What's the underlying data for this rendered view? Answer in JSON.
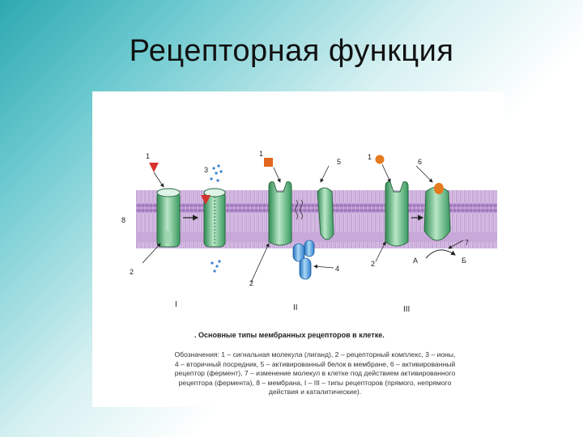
{
  "slide": {
    "title": "Рецепторная функция"
  },
  "figure": {
    "labels": {
      "n1a": "1",
      "n1b": "1",
      "n1c": "1",
      "n2a": "2",
      "n2b": "2",
      "n2c": "2",
      "n3": "3",
      "n4": "4",
      "n5": "5",
      "n6": "6",
      "n7": "7",
      "n8": "8",
      "A": "А",
      "B": "Б"
    },
    "roman": {
      "I": "I",
      "II": "II",
      "III": "III"
    },
    "caption_title": ". Основные типы мембранных рецепторов в клетке.",
    "caption_lines": [
      "Обозначения: 1 – сигнальная молекула (лиганд), 2 – рецепторный комплекс, 3 – ионы,",
      "4 – вторичный посредник, 5 – активированный белок в мембране, 6 – активированный",
      "рецептор (фермент), 7 – изменение молекул в клетке под действием активированного",
      "рецептора (фермента), 8 – мембрана, I – III – типы рецепторов (прямого, непрямого",
      "действия и каталитические)."
    ]
  }
}
